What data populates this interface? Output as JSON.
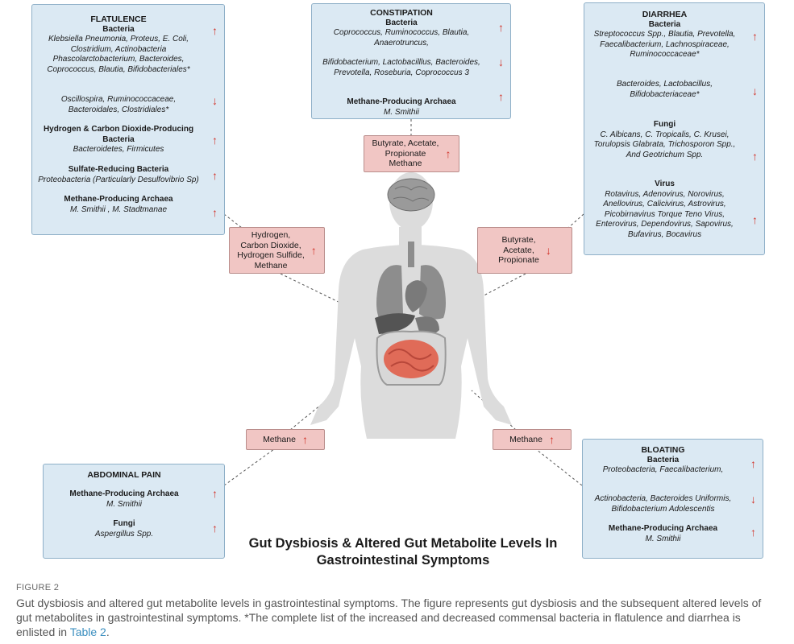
{
  "colors": {
    "box_fill": "#dbe9f3",
    "box_border": "#8fb0c8",
    "metabolite_fill": "#f1c6c4",
    "arrow": "#d2342a",
    "link": "#3a8ebf"
  },
  "flatulence": {
    "title": "FLATULENCE",
    "bacteria_head": "Bacteria",
    "up_list": "Klebsiella Pneumonia, Proteus, E. Coli, Clostridium, Actinobacteria Phascolarctobacterium, Bacteroides, Coprococcus, Blautia, Bifidobacteriales*",
    "down_list": "Oscillospira, Ruminococcaceae, Bacteroidales, Clostridiales*",
    "h2co2_head": "Hydrogen & Carbon Dioxide-Producing Bacteria",
    "h2co2_body": "Bacteroidetes, Firmicutes",
    "sulfate_head": "Sulfate-Reducing Bacteria",
    "sulfate_body": "Proteobacteria (Particularly Desulfovibrio Sp)",
    "methane_head": "Methane-Producing Archaea",
    "methane_body": "M. Smithii , M. Stadtmanae"
  },
  "constipation": {
    "title": "CONSTIPATION",
    "bacteria_head": "Bacteria",
    "up_list": "Coprococcus, Ruminococcus, Blautia, Anaerotruncus,",
    "down_list": "Bifidobacterium, Lactobacilllus, Bacteroides, Prevotella, Roseburia, Coprococcus 3",
    "methane_head": "Methane-Producing Archaea",
    "methane_body": "M. Smithii"
  },
  "diarrhea": {
    "title": "DIARRHEA",
    "bacteria_head": "Bacteria",
    "up_list": "Streptococcus Spp., Blautia, Prevotella, Faecalibacterium, Lachnospiraceae, Ruminococcaceae*",
    "down_list": "Bacteroides, Lactobacillus, Bifidobacteriaceae*",
    "fungi_head": "Fungi",
    "fungi_body": "C. Albicans, C. Tropicalis, C. Krusei, Torulopsis Glabrata, Trichosporon Spp., And Geotrichum Spp.",
    "virus_head": "Virus",
    "virus_body": "Rotavirus, Adenovirus, Norovirus, Anellovirus, Calicivirus, Astrovirus, Picobirnavirus Torque Teno Virus, Enterovirus, Dependovirus, Sapovirus, Bufavirus, Bocavirus"
  },
  "abdominal": {
    "title": "ABDOMINAL PAIN",
    "methane_head": "Methane-Producing Archaea",
    "methane_body": "M. Smithii",
    "fungi_head": "Fungi",
    "fungi_body": "Aspergillus Spp."
  },
  "bloating": {
    "title": "BLOATING",
    "bacteria_head": "Bacteria",
    "up_list": "Proteobacteria, Faecalibacterium,",
    "down_list": "Actinobacteria, Bacteroides Uniformis, Bifidobacterium Adolescentis",
    "methane_head": "Methane-Producing Archaea",
    "methane_body": "M. Smithii"
  },
  "metabolites": {
    "constipation": "Butyrate, Acetate,\nPropionate\nMethane",
    "flatulence": "Hydrogen,\nCarbon Dioxide,\nHydrogen Sulfide,\nMethane",
    "diarrhea": "Butyrate,\nAcetate,\nPropionate",
    "abdominal": "Methane",
    "bloating": "Methane"
  },
  "arrows": {
    "up": "↑",
    "down": "↓"
  },
  "main_title": "Gut Dysbiosis & Altered Gut Metabolite Levels In\nGastrointestinal Symptoms",
  "figure_label": "FIGURE 2",
  "caption": "Gut dysbiosis and altered gut metabolite levels in gastrointestinal symptoms. The figure represents gut dysbiosis and the subsequent altered levels of gut metabolites in gastrointestinal symptoms. *The complete list of the increased and decreased commensal bacteria in flatulence and diarrhea is enlisted in ",
  "caption_link": "Table 2",
  "caption_end": "."
}
